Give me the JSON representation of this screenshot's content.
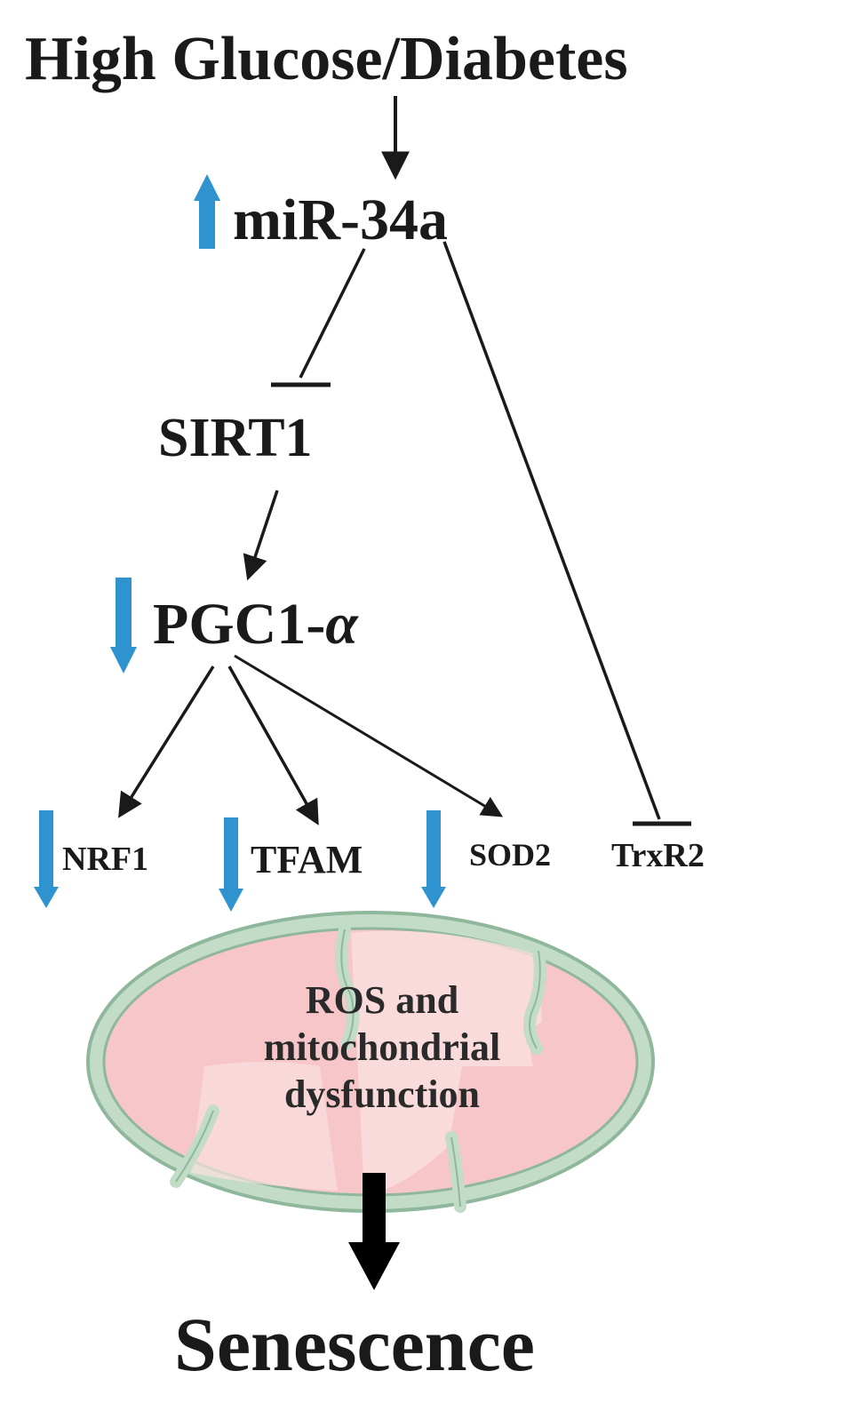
{
  "nodes": {
    "title": "High Glucose/Diabetes",
    "mir": "miR-34a",
    "sirt1": "SIRT1",
    "pgc_main": "PGC1-",
    "pgc_greek": "α",
    "nrf1": "NRF1",
    "tfam": "TFAM",
    "sod2": "SOD2",
    "trxr2": "TrxR2",
    "mito_line1": "ROS and",
    "mito_line2": "mitochondrial",
    "mito_line3": "dysfunction",
    "senescence": "Senescence"
  },
  "edges": [
    {
      "from": "High Glucose/Diabetes",
      "to": "miR-34a",
      "type": "activation"
    },
    {
      "from": "miR-34a",
      "to": "SIRT1",
      "type": "inhibition"
    },
    {
      "from": "miR-34a",
      "to": "TrxR2",
      "type": "inhibition"
    },
    {
      "from": "SIRT1",
      "to": "PGC1-α",
      "type": "activation"
    },
    {
      "from": "PGC1-α",
      "to": "NRF1",
      "type": "activation"
    },
    {
      "from": "PGC1-α",
      "to": "TFAM",
      "type": "activation"
    },
    {
      "from": "PGC1-α",
      "to": "SOD2",
      "type": "activation"
    },
    {
      "from": "ROS and mitochondrial dysfunction",
      "to": "Senescence",
      "type": "leads-to"
    }
  ],
  "regulation": {
    "miR-34a": "up",
    "PGC1-α": "down",
    "NRF1": "down",
    "TFAM": "down",
    "SOD2": "down"
  },
  "colors": {
    "regulation_arrow": "#2f93cf",
    "line": "#1a1a1a",
    "mito_fill": "#f6c6c8",
    "mito_inner": "#fbe0e0",
    "mito_membrane": "#c2dcc8",
    "mito_outline": "#8fb79c"
  }
}
